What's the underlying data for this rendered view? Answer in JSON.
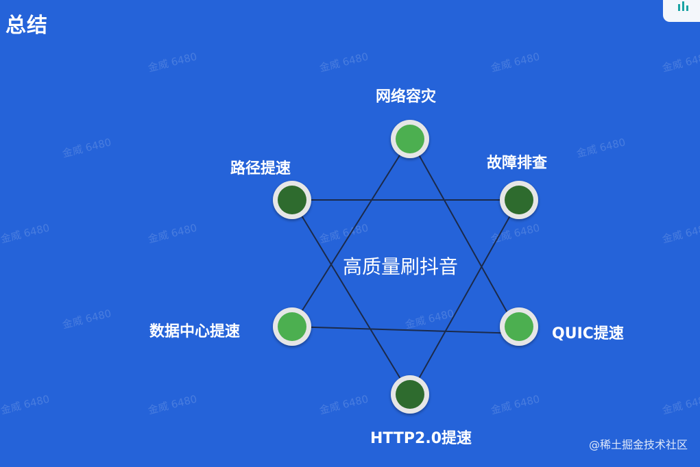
{
  "slide": {
    "title": "总结",
    "center": "高质量刷抖音",
    "footer": "@稀土掘金技术社区",
    "watermark": "金威 6480"
  },
  "nodes": [
    {
      "label": "网络容灾",
      "color": "#4caf50"
    },
    {
      "label": "故障排查",
      "color": "#2e6b2e"
    },
    {
      "label": "QUIC提速",
      "color": "#4caf50"
    },
    {
      "label": "HTTP2.0提速",
      "color": "#2e6b2e"
    },
    {
      "label": "数据中心提速",
      "color": "#4caf50"
    },
    {
      "label": "路径提速",
      "color": "#2e6b2e"
    }
  ],
  "colors": {
    "background": "#2563d9",
    "line": "#1b2a4a",
    "ring": "#e6e6e6"
  }
}
